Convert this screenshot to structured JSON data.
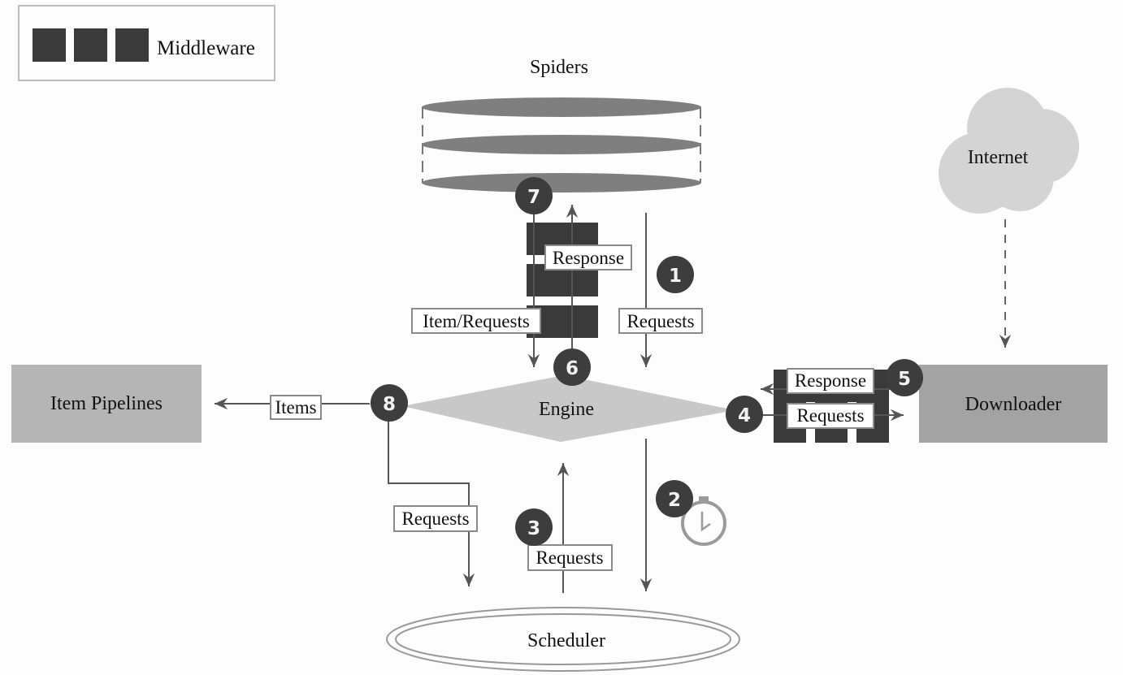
{
  "legend": {
    "label": "Middleware",
    "swatch_count": 3
  },
  "components": {
    "spiders": "Spiders",
    "internet": "Internet",
    "engine": "Engine",
    "item_pipelines": "Item Pipelines",
    "downloader": "Downloader",
    "scheduler": "Scheduler"
  },
  "flow_labels": {
    "spider_response": "Response",
    "spider_item_requests": "Item/Requests",
    "step1_requests": "Requests",
    "items": "Items",
    "downloader_response": "Response",
    "downloader_requests": "Requests",
    "step8_requests": "Requests",
    "step3_requests": "Requests"
  },
  "steps": [
    "1",
    "2",
    "3",
    "4",
    "5",
    "6",
    "7",
    "8"
  ],
  "icons": {
    "timer": "stopwatch-icon",
    "cloud": "cloud-icon"
  },
  "colors": {
    "middleware": "#3a3a3a",
    "badge": "#3d3d3d",
    "spider_disk": "#7f7f7f",
    "engine": "#c8c8c8",
    "pipelines": "#b5b5b5",
    "downloader": "#a3a3a3",
    "cloud": "#d4d4d4"
  }
}
